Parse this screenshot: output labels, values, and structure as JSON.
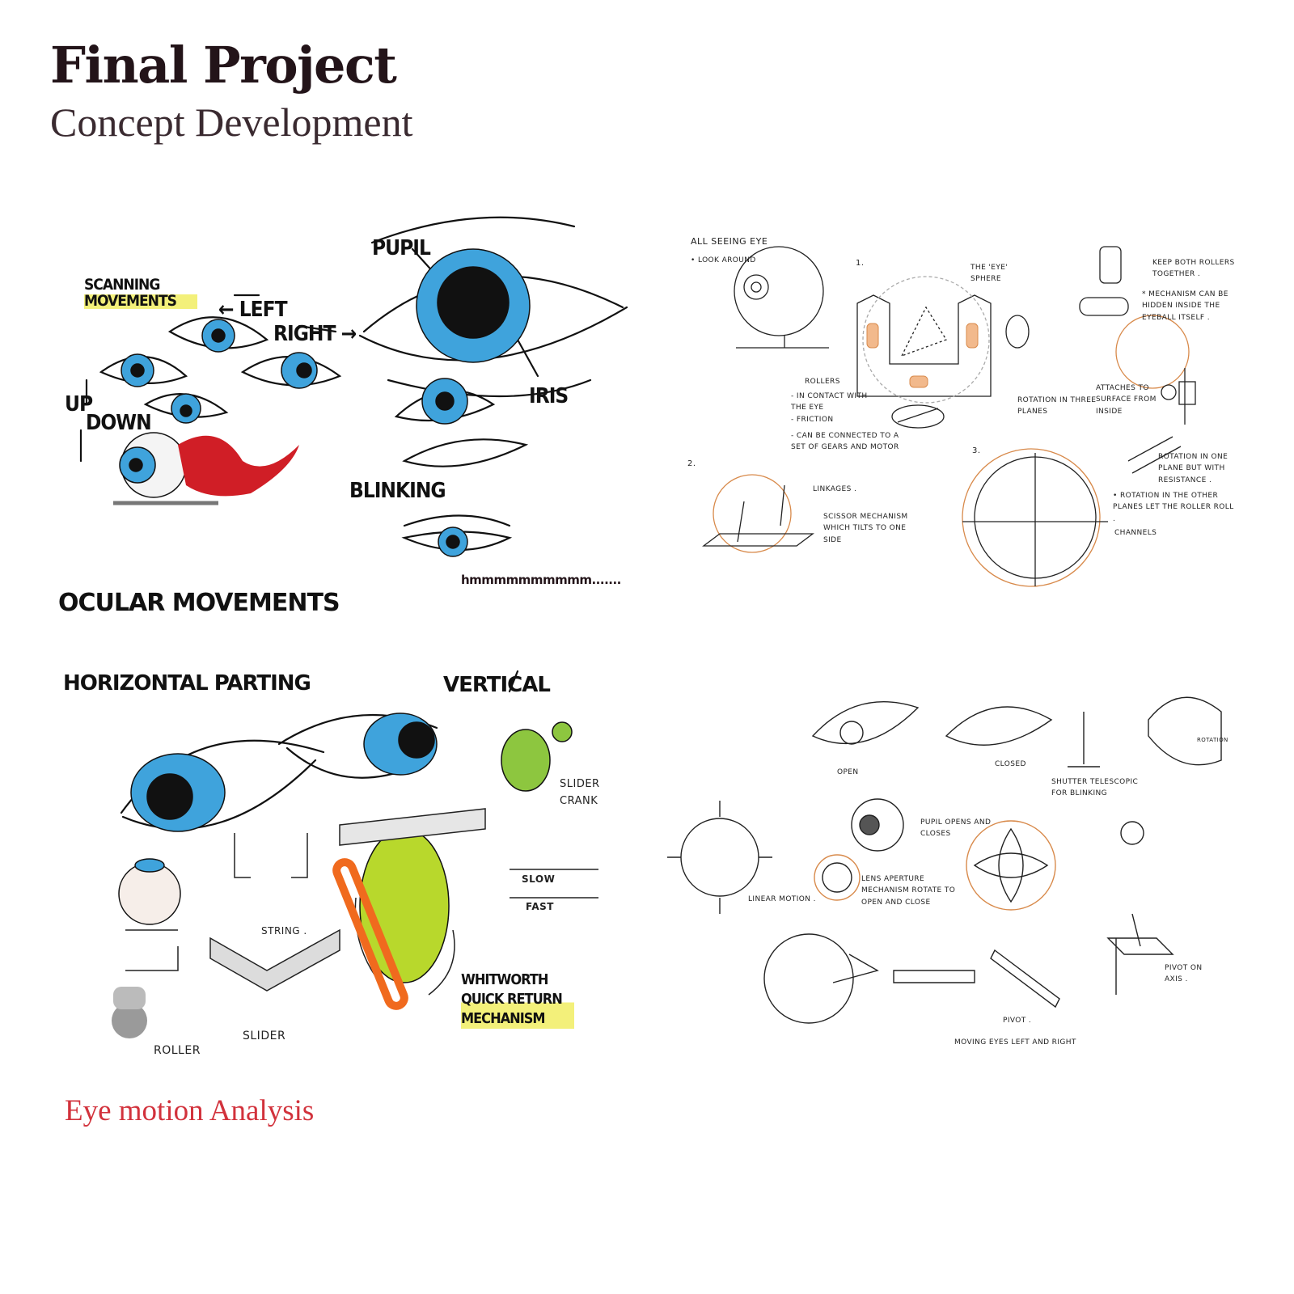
{
  "header": {
    "title": "Final Project",
    "subtitle": "Concept Development"
  },
  "caption": "Eye motion Analysis",
  "ocular_panel": {
    "scanning": "SCANNING MOVEMENTS",
    "left": "← LEFT",
    "right": "RIGHT →",
    "up": "UP",
    "down": "DOWN",
    "pupil": "PUPIL",
    "iris": "IRIS",
    "blinking": "BLINKING",
    "hum": "hmmmmmmmmmm.......",
    "section": "OCULAR MOVEMENTS"
  },
  "mechanism_panel": {
    "all_seeing": "ALL SEEING EYE",
    "look_around": "• LOOK AROUND",
    "n1": "1.",
    "n2": "2.",
    "n3": "3.",
    "sphere": "THE 'EYE' SPHERE",
    "rollers": "ROLLERS",
    "rollers_1": "- IN CONTACT WITH THE EYE",
    "rollers_2": "- FRICTION",
    "rollers_3": "- CAN BE CONNECTED TO A SET OF GEARS AND MOTOR",
    "rotation_planes": "ROTATION IN THREE PLANES",
    "keep_rollers": "KEEP BOTH ROLLERS TOGETHER .",
    "hidden": "* MECHANISM CAN BE HIDDEN INSIDE THE EYEBALL ITSELF .",
    "attaches": "ATTACHES TO SURFACE FROM INSIDE",
    "linkages": "LINKAGES .",
    "scissor": "SCISSOR MECHANISM WHICH TILTS TO ONE SIDE",
    "rotation_one": "ROTATION IN ONE PLANE BUT WITH RESISTANCE .",
    "rotation_other": "• ROTATION IN THE OTHER PLANES LET THE ROLLER ROLL .",
    "channels": "CHANNELS"
  },
  "parting_panel": {
    "horizontal": "HORIZONTAL PARTING",
    "vertical": "VERTICAL",
    "slider_crank": "SLIDER CRANK",
    "slow": "SLOW",
    "fast": "FAST",
    "string": "STRING .",
    "whitworth": "WHITWORTH QUICK RETURN MECHANISM",
    "slider": "SLIDER",
    "roller": "ROLLER"
  },
  "blink_panel": {
    "open": "OPEN",
    "closed": "CLOSED",
    "shutter": "SHUTTER TELESCOPIC FOR BLINKING",
    "rotation": "ROTATION",
    "pupil_opens": "PUPIL OPENS AND CLOSES",
    "lens": "LENS APERTURE MECHANISM ROTATE TO OPEN AND CLOSE",
    "linear": "LINEAR MOTION .",
    "pivot": "PIVOT .",
    "pivot_axis": "PIVOT ON AXIS .",
    "moving": "MOVING EYES LEFT AND RIGHT"
  },
  "colors": {
    "iris_blue": "#3fa3dc",
    "blood_red": "#d01e26",
    "lime": "#b8d82c",
    "orange": "#f06a1e",
    "caption_red": "#d2323c"
  }
}
